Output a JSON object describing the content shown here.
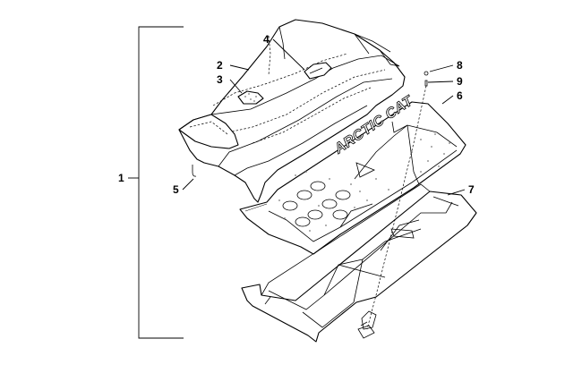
{
  "brand_text": "ARCTIC CAT",
  "callouts": [
    {
      "id": "1",
      "label": "1"
    },
    {
      "id": "2",
      "label": "2"
    },
    {
      "id": "3",
      "label": "3"
    },
    {
      "id": "4",
      "label": "4"
    },
    {
      "id": "5",
      "label": "5"
    },
    {
      "id": "6",
      "label": "6"
    },
    {
      "id": "7",
      "label": "7"
    },
    {
      "id": "8",
      "label": "8"
    },
    {
      "id": "9",
      "label": "9"
    }
  ],
  "colors": {
    "line": "#000000",
    "background": "#ffffff",
    "texture": "#7a7a7a"
  }
}
